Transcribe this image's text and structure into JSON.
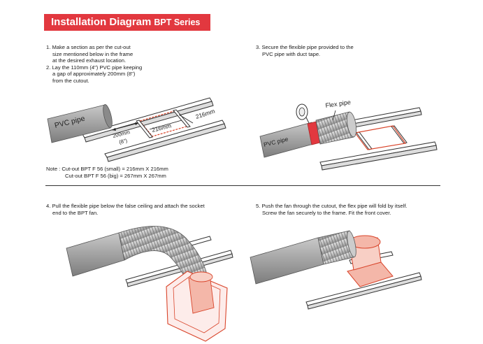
{
  "title": {
    "main": "Installation Diagram",
    "series": "BPT Series"
  },
  "steps_left": [
    "1. Make a section as per the cut-out",
    "   size mentioned below in the frame",
    "   at the desired exhaust location.",
    "2. Lay the 110mm (4\") PVC pipe keeping",
    "   a gap of approximately 200mm (8\")",
    "   from the cutout."
  ],
  "steps_right": [
    "3. Secure the flexible pipe provided to the",
    "   PVC pipe with duct tape."
  ],
  "step4": [
    "4. Pull the flexible pipe below the false ceiling and attach the socket",
    "   end to the BPT fan."
  ],
  "step5": [
    "5. Push the fan through the cutout, the flex pipe will fold by itself.",
    "   Screw the fan securely to the frame. Fit the front cover."
  ],
  "note": [
    "Note : Cut-out BPT F 56 (small) = 216mm X 216mm",
    "Cut-out BPT F 56 (big) = 267mm X 267mm"
  ],
  "labels": {
    "pvc_pipe": "PVC pipe",
    "pvc_pipe_2": "PVC pipe",
    "flex_pipe": "Flex pipe",
    "dim_200": "200mm",
    "dim_8in": "(8\")",
    "dim_216_a": "216mm",
    "dim_216_b": "216mm"
  },
  "colors": {
    "accent": "#e2383f",
    "cutout": "#d9452b",
    "pipe": "#9a9a9a",
    "rail": "#ffffff"
  }
}
